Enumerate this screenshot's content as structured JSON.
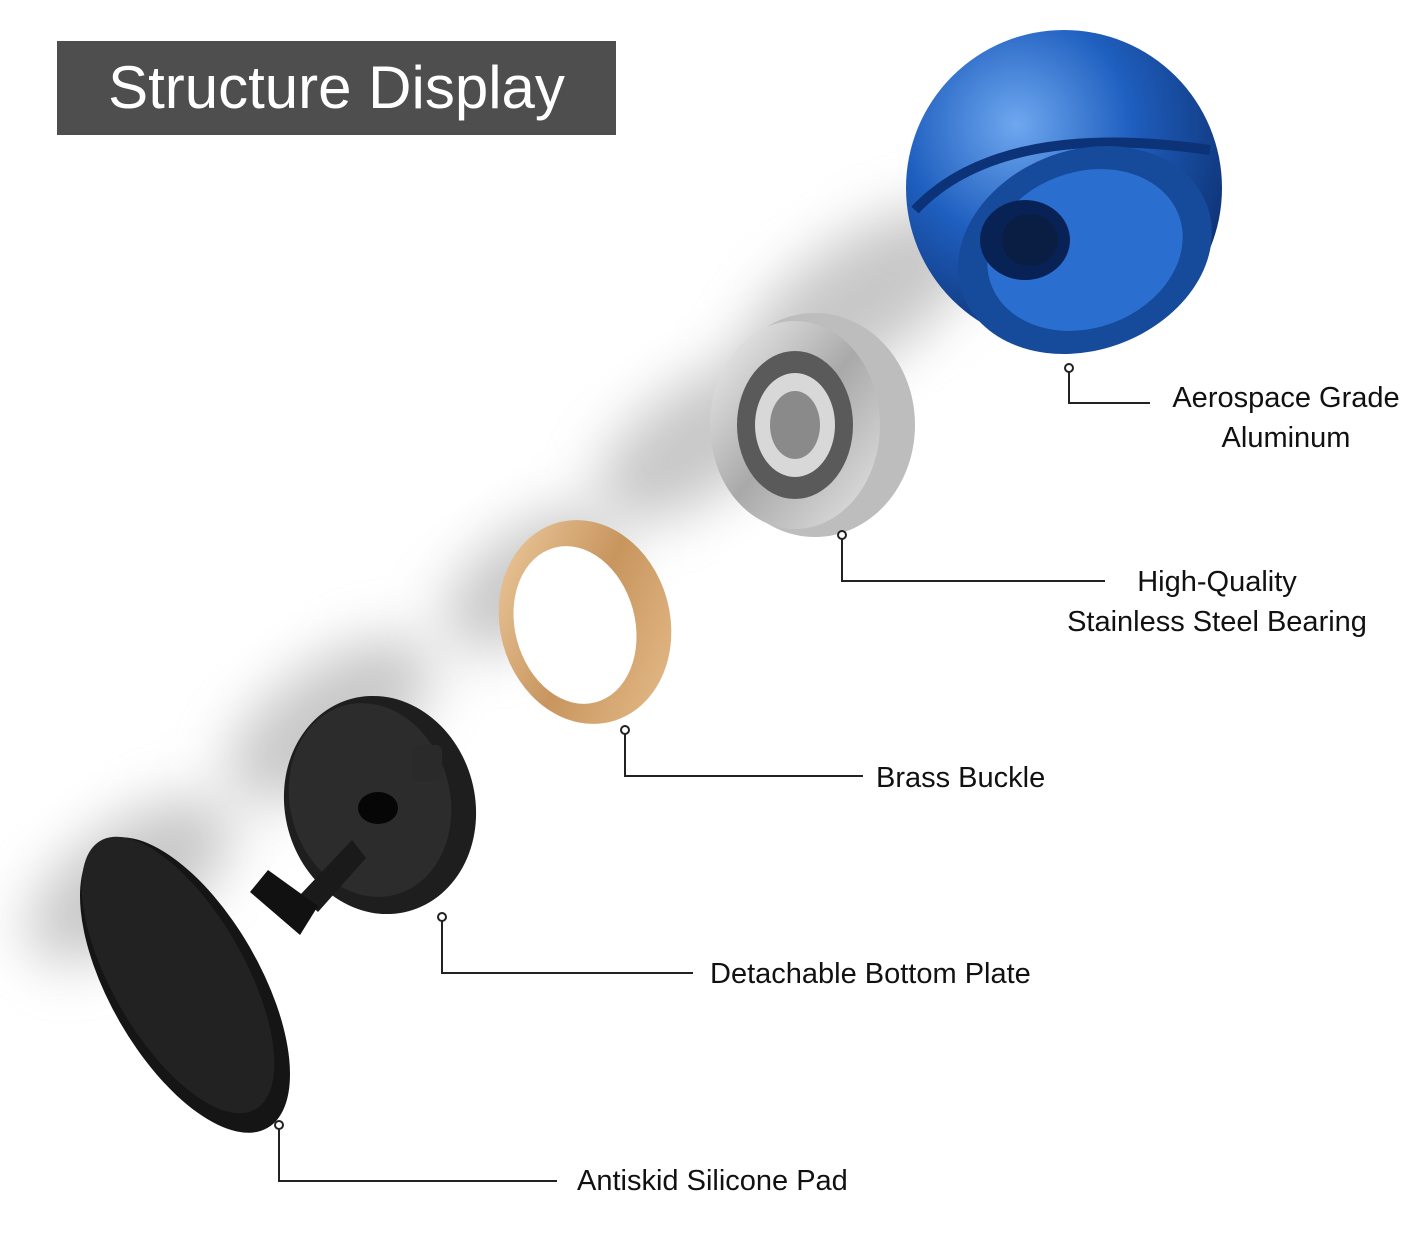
{
  "title": "Structure Display",
  "colors": {
    "title_background": "#4e4e4e",
    "title_text": "#ffffff",
    "ball": "#1f5fbf",
    "bearing": "#c9c9c9",
    "brass": "#d9ad78",
    "plate": "#1e1e1e",
    "pad": "#151515",
    "leader_line": "#222222"
  },
  "components": [
    {
      "id": "aluminum-ball",
      "label_lines": [
        "Aerospace Grade",
        "Aluminum"
      ]
    },
    {
      "id": "steel-bearing",
      "label_lines": [
        "High-Quality",
        "Stainless Steel Bearing"
      ]
    },
    {
      "id": "brass-buckle",
      "label_lines": [
        "Brass Buckle"
      ]
    },
    {
      "id": "bottom-plate",
      "label_lines": [
        "Detachable Bottom Plate"
      ]
    },
    {
      "id": "silicone-pad",
      "label_lines": [
        "Antiskid Silicone Pad"
      ]
    }
  ]
}
